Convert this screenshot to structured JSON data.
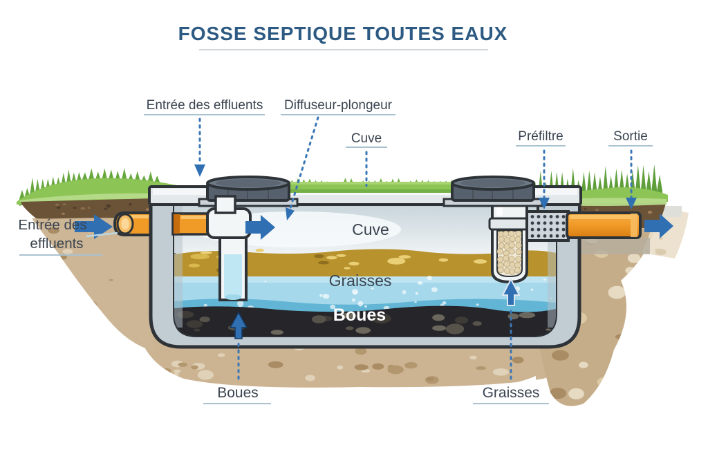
{
  "title": "FOSSE SEPTIQUE TOUTES EAUX",
  "callouts": {
    "inlet_top": "Entrée des effluents",
    "diffuser": "Diffuseur-plongeur",
    "tank": "Cuve",
    "prefilter": "Préfiltre",
    "outlet": "Sortie",
    "inlet_side_line1": "Entrée des",
    "inlet_side_line2": "effluents",
    "sludge_bottom": "Boues",
    "grease_bottom": "Graisses"
  },
  "tank_labels": {
    "headspace": "Cuve",
    "liquid": "Graisses",
    "sludge": "Boues"
  },
  "icons": {
    "flow-arrow-right": "▶",
    "pointer-arrow-down": "▼",
    "pointer-arrow-up": "▲"
  },
  "colors": {
    "title_text": "#2d5a82",
    "label_text": "#3a4450",
    "pointer_blue": "#3b77b5",
    "arrow_blue": "#2f6fb2",
    "pipe_orange": "#f09a28",
    "grass_green": "#8cc455",
    "soil_brown": "#6b5338",
    "soil_tan": "#ccb493",
    "water_blue": "#a5d8ea",
    "scum_gold": "#b8922d",
    "sludge_dark": "#25252a",
    "tank_gray": "#c2ccd3"
  }
}
